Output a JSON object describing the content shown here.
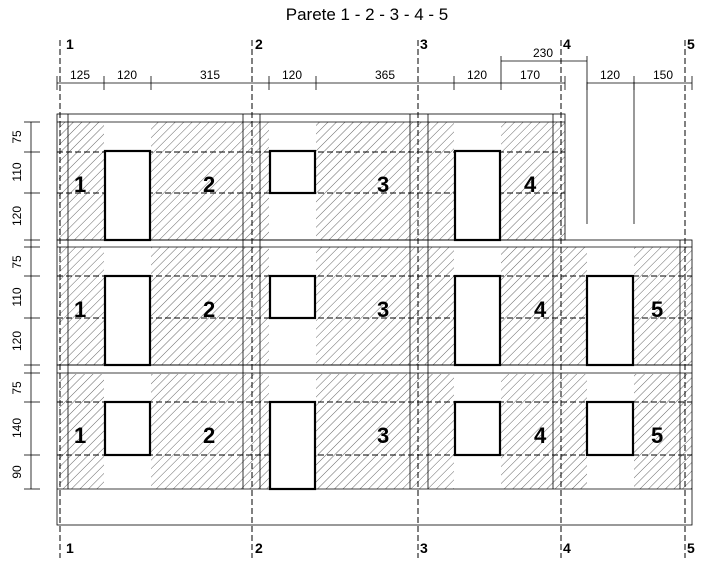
{
  "title": "Parete 1 - 2 - 3 - 4 - 5",
  "axes": [
    "1",
    "2",
    "3",
    "4",
    "5"
  ],
  "horizontal_dimensions": {
    "segments": [
      "125",
      "120",
      "315",
      "120",
      "365",
      "120",
      "170",
      "120",
      "150"
    ],
    "offset_4": "230"
  },
  "floors": [
    {
      "vertical_dimensions": [
        "75",
        "110",
        "120"
      ],
      "panel_numbers": [
        "1",
        "2",
        "3",
        "4"
      ]
    },
    {
      "vertical_dimensions": [
        "75",
        "110",
        "120"
      ],
      "panel_numbers": [
        "1",
        "2",
        "3",
        "4",
        "5"
      ]
    },
    {
      "vertical_dimensions": [
        "75",
        "140",
        "90"
      ],
      "panel_numbers": [
        "1",
        "2",
        "3",
        "4",
        "5"
      ]
    }
  ]
}
